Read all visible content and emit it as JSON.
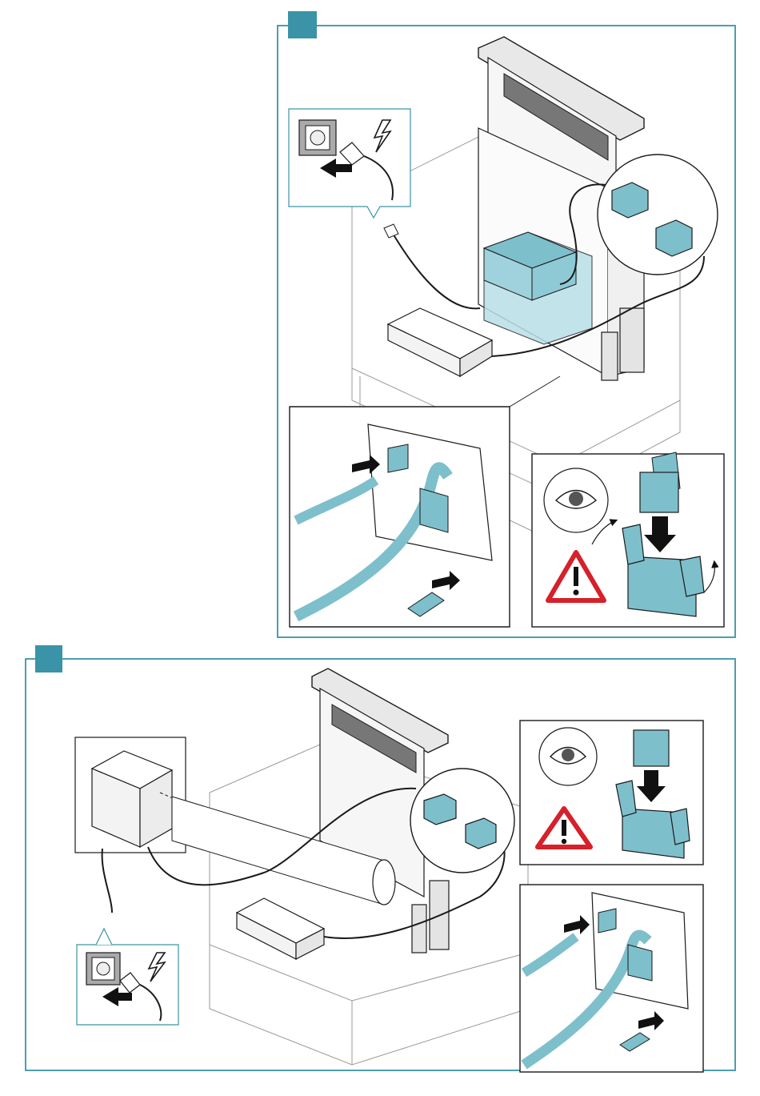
{
  "document": {
    "type": "installation-diagram",
    "colors": {
      "frame": "#3a93a6",
      "step_badge": "#3a93a6",
      "component_fill": "#7ebfcc",
      "component_fill_light": "#b9dfe7",
      "line": "#1a1a1a",
      "furniture_line": "#9a9a9a",
      "warning_red": "#d6202a",
      "arrow_black": "#111111"
    },
    "panels": [
      {
        "id": "step-1",
        "badge_text": "",
        "icons": [
          "power-socket-icon",
          "lightning-icon",
          "plug-icon",
          "arrow-icon",
          "eye-icon",
          "warning-triangle-icon",
          "connector-icon"
        ]
      },
      {
        "id": "step-2",
        "badge_text": "",
        "icons": [
          "power-socket-icon",
          "lightning-icon",
          "plug-icon",
          "arrow-icon",
          "eye-icon",
          "warning-triangle-icon",
          "connector-icon"
        ]
      }
    ]
  }
}
